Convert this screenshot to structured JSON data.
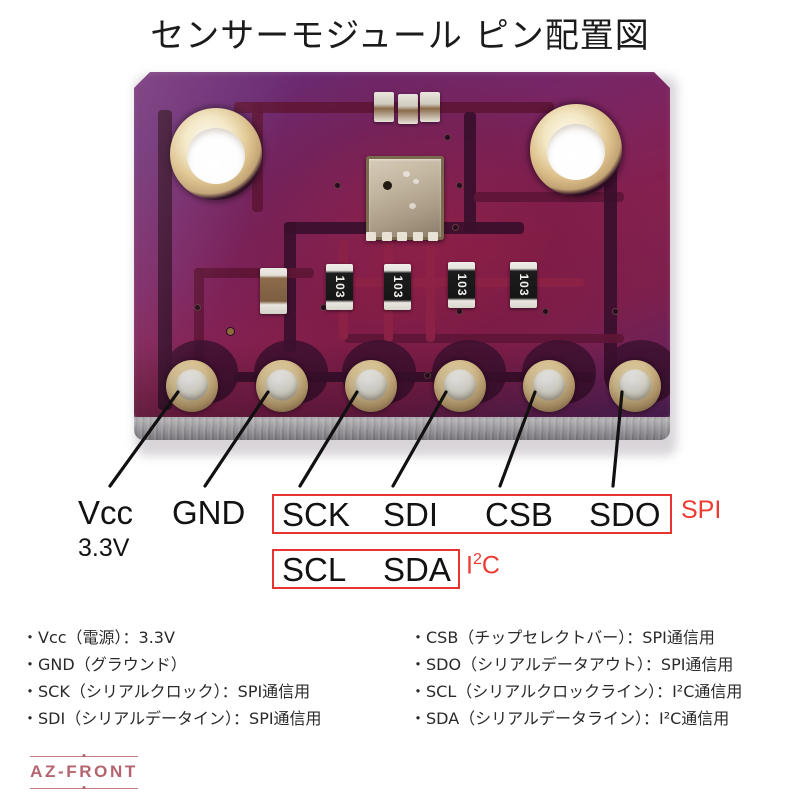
{
  "title": "センサーモジュール ピン配置図",
  "board": {
    "silk_labels": [
      "103",
      "103",
      "103",
      "103"
    ],
    "pad_count": 6
  },
  "pins": [
    {
      "name": "Vcc",
      "sub": "3.3V"
    },
    {
      "name": "GND",
      "sub": ""
    },
    {
      "name": "SCK",
      "sub": ""
    },
    {
      "name": "SDI",
      "sub": ""
    },
    {
      "name": "CSB",
      "sub": ""
    },
    {
      "name": "SDO",
      "sub": ""
    }
  ],
  "buses": {
    "spi": {
      "label": "SPI",
      "pins": [
        "SCK",
        "SDI",
        "CSB",
        "SDO"
      ]
    },
    "i2c": {
      "label": "I",
      "sup": "2",
      "label_tail": "C",
      "pins": [
        "SCL",
        "SDA"
      ]
    }
  },
  "i2c_row": [
    {
      "name": "SCL"
    },
    {
      "name": "SDA"
    }
  ],
  "descriptions": {
    "left": [
      "・Vcc（電源）：3.3V",
      "・GND（グラウンド）",
      "・SCK（シリアルクロック）：SPI通信用",
      "・SDI（シリアルデータイン）：SPI通信用"
    ],
    "right": [
      "・CSB（チップセレクトバー）：SPI通信用",
      "・SDO（シリアルデータアウト）：SPI通信用",
      "・SCL（シリアルクロックライン）：I²C通信用",
      "・SDA（シリアルデータライン）：I²C通信用"
    ]
  },
  "logo": {
    "text": "AZ-FRONT"
  },
  "colors": {
    "accent_red": "#e8342e",
    "logo_rose": "#b4646e",
    "pcb_purple": "#6d2a73",
    "pcb_magenta": "#85204f",
    "pad_gold": "#e8cf9c",
    "background": "#ffffff"
  }
}
